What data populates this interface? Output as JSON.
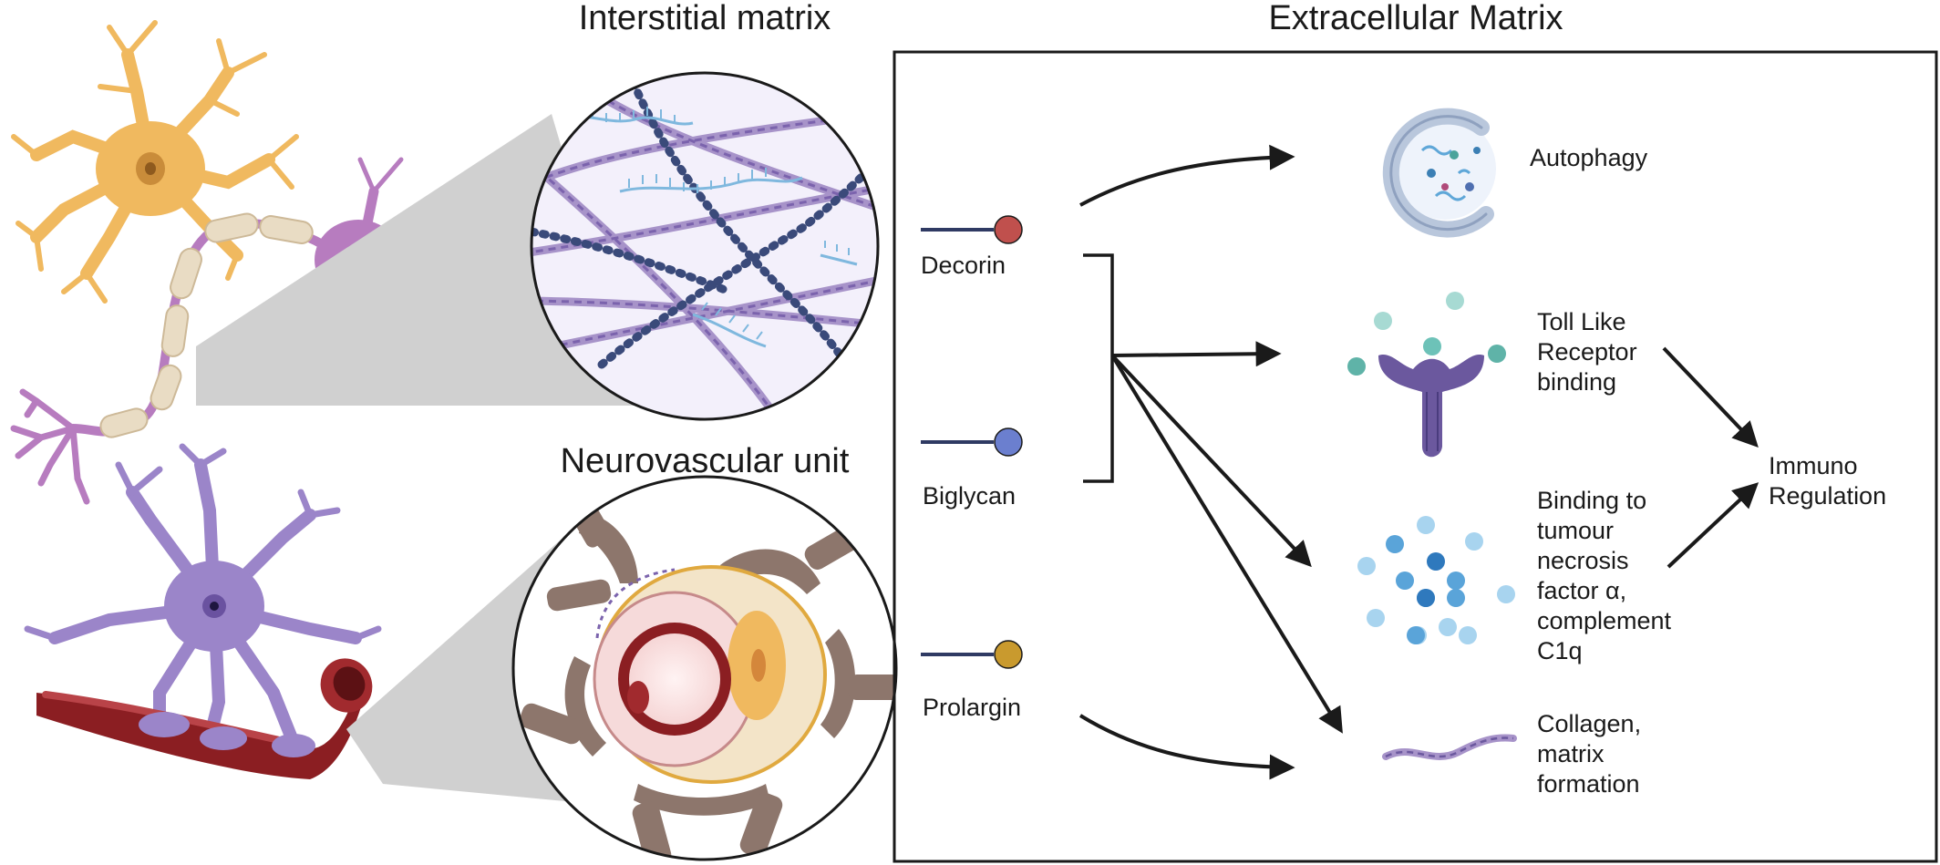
{
  "titles": {
    "interstitial": "Interstitial matrix",
    "neurovascular": "Neurovascular unit",
    "ecm": "Extracellular Matrix"
  },
  "proteoglycans": [
    {
      "name": "Decorin",
      "color": "#c0504d"
    },
    {
      "name": "Biglycan",
      "color": "#6b7fcf"
    },
    {
      "name": "Prolargin",
      "color": "#c99a2e"
    }
  ],
  "functions": {
    "autophagy": [
      "Autophagy"
    ],
    "tlr": [
      "Toll Like",
      "Receptor",
      "binding"
    ],
    "tnf": [
      "Binding to",
      "tumour",
      "necrosis",
      "factor α,",
      "complement",
      "C1q"
    ],
    "collagen": [
      "Collagen,",
      "matrix",
      "formation"
    ]
  },
  "outcome": [
    "Immuno",
    "Regulation"
  ],
  "colors": {
    "astrocyte_orange": "#f0b95f",
    "neuron_pink": "#b77cbf",
    "astrocyte_purple": "#9b85c9",
    "vessel_red": "#8b1e22",
    "endfoot_brown": "#8d766c",
    "collagen_purple": "#a793c9",
    "chain_navy": "#3a4a7a",
    "fiber_blue": "#7fb8de"
  }
}
